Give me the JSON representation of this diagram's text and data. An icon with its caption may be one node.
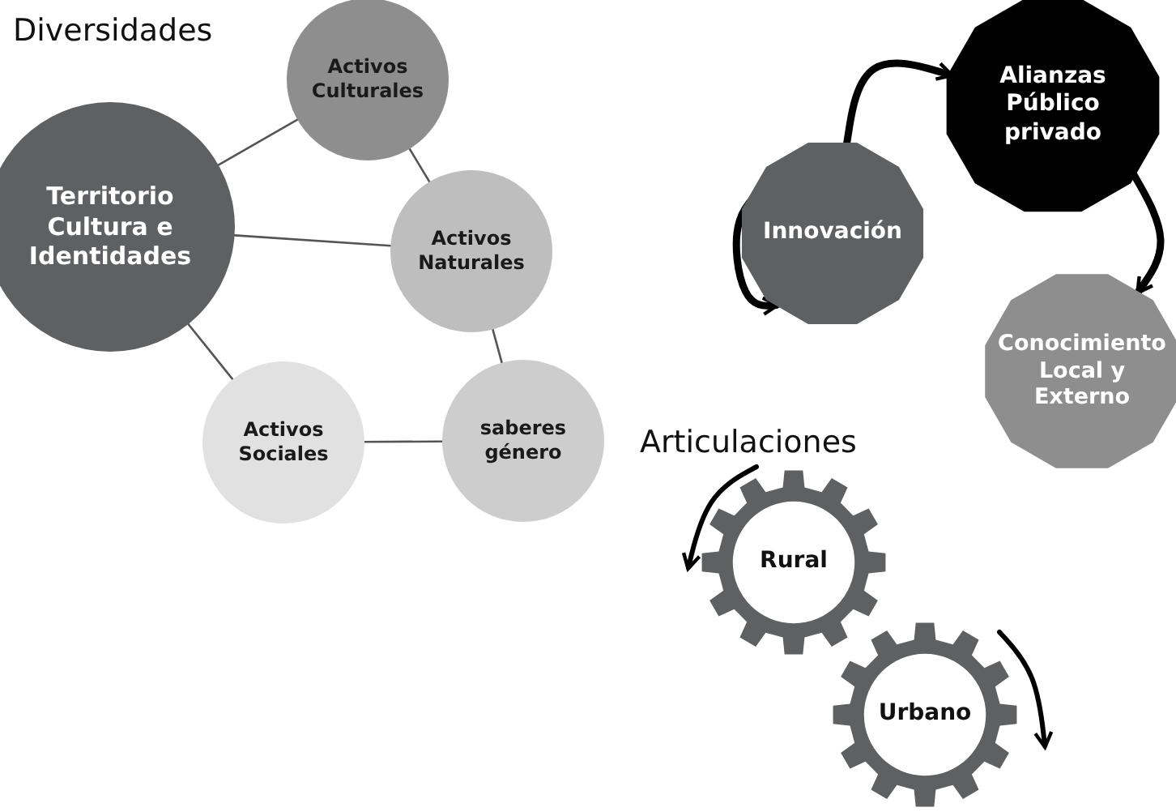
{
  "diagram": {
    "nodes": [
      {
        "text": [
          "Territorio Cultura e Identidades"
        ]
      },
      {
        "text": [
          "Activos Culturales"
        ]
      },
      {
        "text": [
          "Activos Naturales"
        ]
      },
      {
        "text": [
          "Activos Sociales"
        ]
      },
      {
        "text": [
          "saberes género"
        ]
      },
      {
        "text": [
          "Innovación"
        ]
      },
      {
        "text": [
          "Alianzas Público privado"
        ]
      },
      {
        "text": [
          "Conocimiento Local y Externo"
        ]
      },
      {
        "text": [
          "Rural"
        ]
      },
      {
        "text": [
          "Urbano"
        ]
      }
    ],
    "edges": [
      {
        "from": 0,
        "to": 1,
        "arrow": "none"
      },
      {
        "from": 0,
        "to": 2,
        "arrow": "none"
      },
      {
        "from": 1,
        "to": 2,
        "arrow": "none"
      },
      {
        "from": 0,
        "to": 3,
        "arrow": "none"
      },
      {
        "from": 2,
        "to": 4,
        "arrow": "none"
      },
      {
        "from": 3,
        "to": 4,
        "arrow": "none"
      },
      {
        "from": 5,
        "to": 6,
        "arrow": "to",
        "style": "thick",
        "color": "#000000"
      },
      {
        "from": 6,
        "to": 7,
        "arrow": "to",
        "style": "thick",
        "color": "#000000"
      },
      {
        "from": null,
        "to": 5,
        "arrow": "to",
        "style": "thick",
        "color": "#000000"
      }
    ],
    "labels": [
      "Diversidades",
      "Articulaciones"
    ]
  }
}
